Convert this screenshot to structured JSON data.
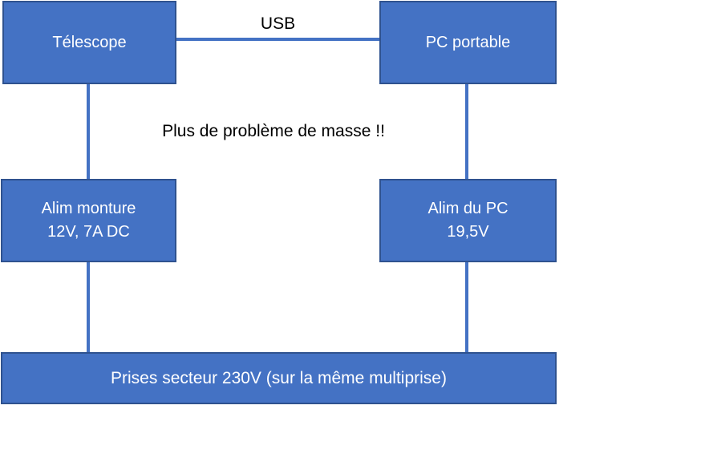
{
  "diagram": {
    "colors": {
      "background": "#FFFFFF",
      "box_fill": "#4472C4",
      "box_border": "#2F528F",
      "connector": "#4472C4",
      "box_text": "#FFFFFF",
      "label_text": "#000000"
    },
    "nodes": {
      "telescope": {
        "lines": [
          "Télescope"
        ]
      },
      "pc_portable": {
        "lines": [
          "PC portable"
        ]
      },
      "alim_monture": {
        "lines": [
          "Alim monture",
          "12V, 7A DC"
        ]
      },
      "alim_pc": {
        "lines": [
          "Alim du PC",
          "19,5V"
        ]
      },
      "prises_secteur": {
        "lines": [
          "Prises secteur 230V (sur la même multiprise)"
        ]
      }
    },
    "connection_labels": {
      "usb": "USB"
    },
    "annotations": {
      "note": "Plus de problème de masse !!"
    }
  }
}
